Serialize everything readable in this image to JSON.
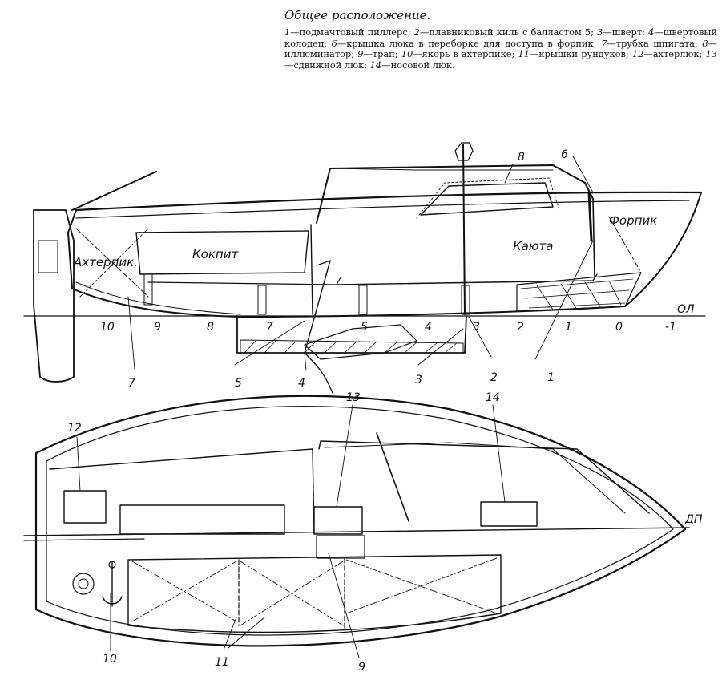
{
  "caption": {
    "title": "Общее расположение.",
    "legend": [
      {
        "num": "1",
        "text": "подмачтовый пиллерс;"
      },
      {
        "num": "2",
        "text": "плавниковый киль с балластом 5;"
      },
      {
        "num": "3",
        "text": "шверт;"
      },
      {
        "num": "4",
        "text": "швертовый колодец;"
      },
      {
        "num": "6",
        "text": "крышка люка в переборке для доступа в форпик;"
      },
      {
        "num": "7",
        "text": "трубка шпигата;"
      },
      {
        "num": "8",
        "text": "иллюминатор;"
      },
      {
        "num": "9",
        "text": "трап;"
      },
      {
        "num": "10",
        "text": "якорь в ахтерпике;"
      },
      {
        "num": "11",
        "text": "крышки рундуков;"
      },
      {
        "num": "12",
        "text": "ахтерлюк;"
      },
      {
        "num": "13",
        "text": "сдвижной люк;"
      },
      {
        "num": "14",
        "text": "носовой люк."
      }
    ]
  },
  "side_view": {
    "compartments": {
      "aft": "Ахтерпик.",
      "cockpit": "Кокпит",
      "cabin": "Каюта",
      "fore": "Форпик"
    },
    "baseline_label": "ОЛ",
    "stations": [
      "10",
      "9",
      "8",
      "7",
      "5",
      "4",
      "3",
      "2",
      "1",
      "0",
      "-1"
    ],
    "callouts": [
      "8",
      "6",
      "7",
      "5",
      "4",
      "3",
      "2",
      "1"
    ]
  },
  "plan_view": {
    "centerline_label": "ДП",
    "callouts": [
      "12",
      "13",
      "14",
      "10",
      "11",
      "9"
    ]
  }
}
